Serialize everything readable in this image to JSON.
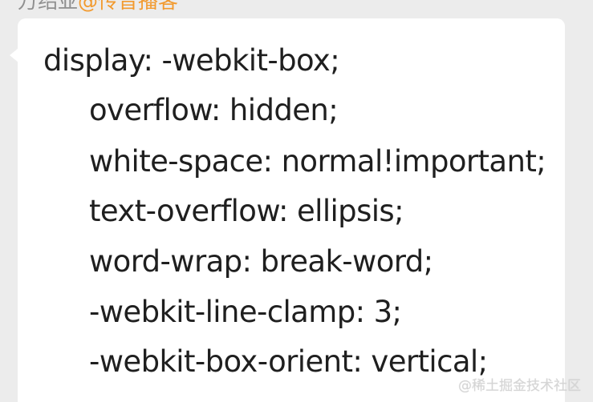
{
  "header": {
    "prefix": "万绍亚",
    "mention": "@传音播客"
  },
  "code_block": {
    "lines": [
      "display: -webkit-box;",
      "overflow: hidden;",
      "white-space: normal!important;",
      "text-overflow: ellipsis;",
      "word-wrap: break-word;",
      "-webkit-line-clamp: 3;",
      "-webkit-box-orient: vertical;"
    ]
  },
  "watermark": {
    "text": "@稀土掘金技术社区"
  },
  "colors": {
    "background": "#ececec",
    "bubble": "#ffffff",
    "text": "#1f1f1f",
    "mention": "#f29a2e",
    "muted": "#8f8f8f",
    "watermark": "#d5d5d5"
  }
}
